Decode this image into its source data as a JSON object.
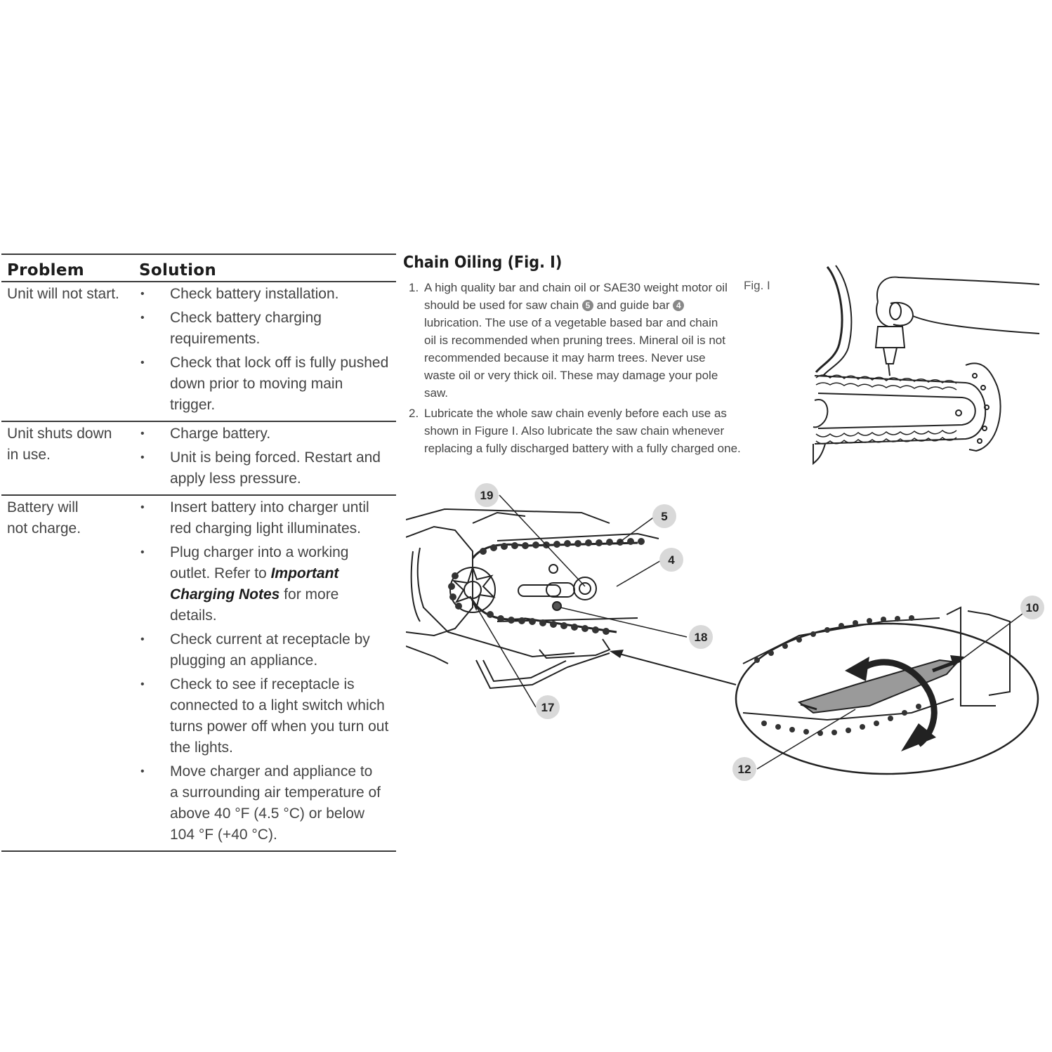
{
  "table": {
    "header": {
      "problem": "Problem",
      "solution": "Solution"
    },
    "rows": [
      {
        "problem": "Unit will not start.",
        "solutions": [
          {
            "text": "Check battery installation."
          },
          {
            "text": "Check battery charging requirements."
          },
          {
            "text": "Check that lock off is fully pushed down prior to moving main trigger."
          }
        ]
      },
      {
        "problem": "Unit shuts down in use.",
        "solutions": [
          {
            "text": "Charge battery."
          },
          {
            "text": "Unit is being forced. Restart and apply less pressure."
          }
        ]
      },
      {
        "problem": "Battery will not charge.",
        "solutions": [
          {
            "text": "Insert battery into charger until red charging light illuminates."
          },
          {
            "pre": "Plug charger into a working outlet. Refer to ",
            "bold": "Important Charging Notes",
            "post": " for more details."
          },
          {
            "text": "Check current at receptacle by plugging an appliance."
          },
          {
            "text": "Check to see if receptacle is connected to a light switch which turns power off when you turn out the lights."
          },
          {
            "text": "Move charger and appliance to a surrounding air temperature of above 40 °F (4.5 °C) or below 104 °F (+40 °C)."
          }
        ]
      }
    ]
  },
  "chain_oiling": {
    "title": "Chain Oiling (Fig. I)",
    "fig_label": "Fig. I",
    "items": [
      {
        "num": "1.",
        "part1": "A high quality bar and chain oil or SAE30 weight motor oil should be used for saw chain ",
        "ref1": "5",
        "part2": " and guide bar ",
        "ref2": "4",
        "part3": " lubrication. The use of a vegetable based bar and chain oil is recommended when pruning trees. Mineral oil is not recommended because it may harm trees. Never use waste oil or very thick oil. These may damage your pole saw."
      },
      {
        "num": "2.",
        "text": "Lubricate the whole saw chain evenly before each use as shown in Figure I. Also lubricate the saw chain whenever replacing a fully discharged battery with a fully charged one."
      }
    ]
  },
  "diagram": {
    "callouts": [
      "19",
      "5",
      "4",
      "18",
      "17",
      "10",
      "12"
    ]
  },
  "colors": {
    "text": "#444444",
    "rule": "#3a3a3a",
    "callout_bg": "#d9d9d9"
  }
}
